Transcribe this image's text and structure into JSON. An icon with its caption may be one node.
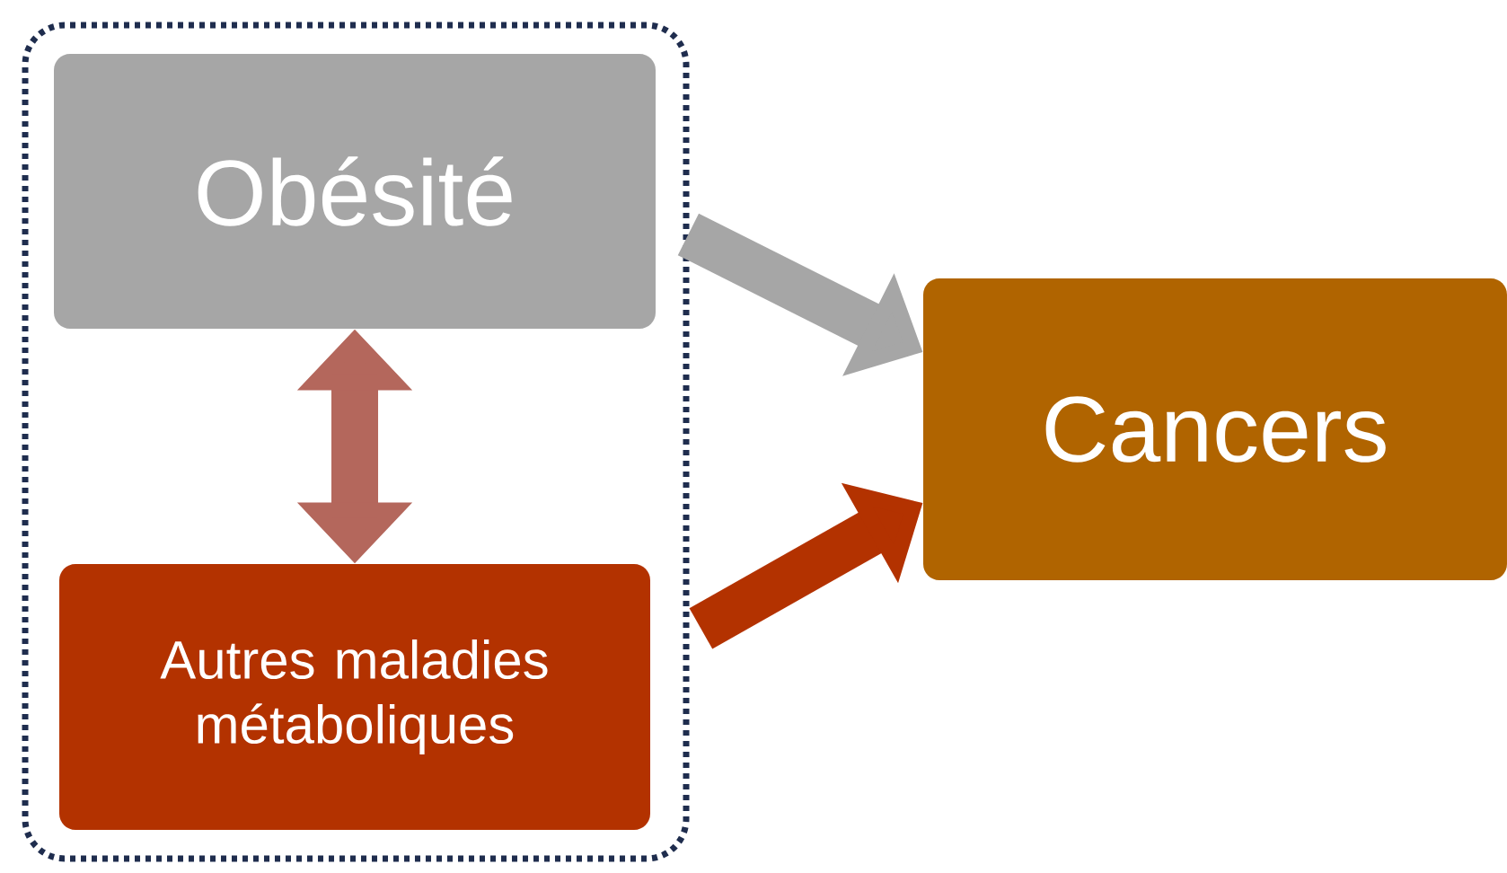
{
  "diagram": {
    "nodes": [
      {
        "text": [],
        "shape": "box"
      },
      {
        "text": [
          "Obésité"
        ],
        "in": 0
      },
      {
        "text": [
          "Autres maladies métaboliques"
        ],
        "in": 0
      },
      {
        "text": [
          "Cancers"
        ]
      }
    ],
    "edges": [
      {
        "from": 1,
        "to": 3,
        "arrow": "to",
        "color": "#a6a6a6"
      },
      {
        "from": 2,
        "to": 3,
        "arrow": "to",
        "color": "#b33200"
      },
      {
        "from": 1,
        "to": 2,
        "arrow": "both",
        "color": "#b4675c"
      }
    ]
  }
}
